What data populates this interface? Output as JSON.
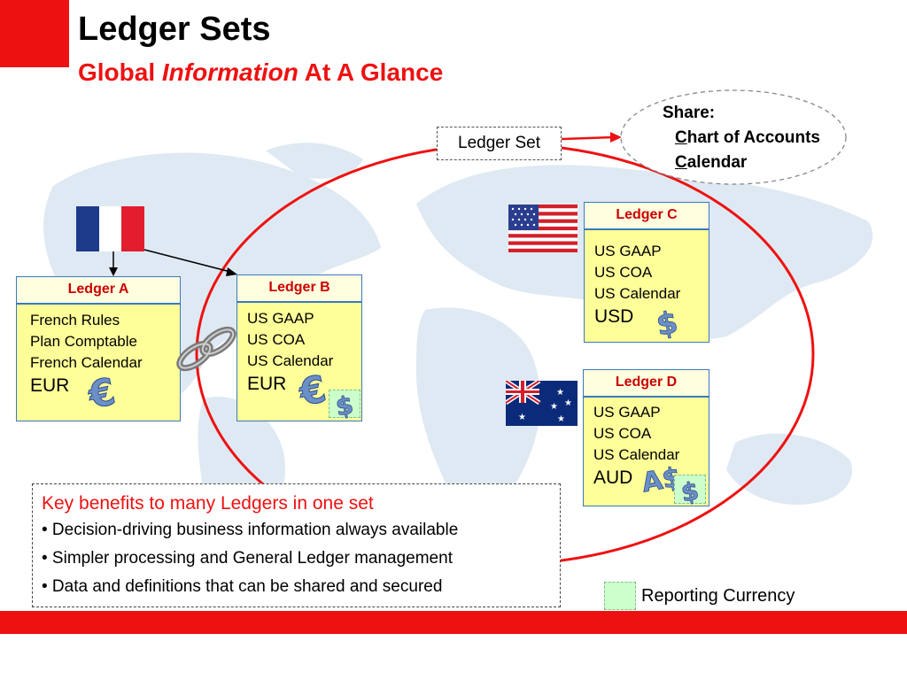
{
  "header": {
    "title": "Ledger Sets",
    "subtitle_part1": "Global ",
    "subtitle_italic": "Information",
    "subtitle_part2": " At A Glance"
  },
  "ledger_set_label": "Ledger Set",
  "share": {
    "heading": "Share:",
    "item1_first": "C",
    "item1_rest": "hart of Accounts",
    "item2_first": "C",
    "item2_rest": "alendar"
  },
  "ledgers": {
    "a": {
      "title": "Ledger A",
      "lines": [
        "French Rules",
        "Plan Comptable",
        "French Calendar"
      ],
      "currency": "EUR",
      "flag": "france-flag"
    },
    "b": {
      "title": "Ledger B",
      "lines": [
        "US GAAP",
        "US COA",
        "US Calendar"
      ],
      "currency": "EUR"
    },
    "c": {
      "title": "Ledger C",
      "lines": [
        "US GAAP",
        "US COA",
        "US Calendar"
      ],
      "currency": "USD",
      "flag": "usa-flag"
    },
    "d": {
      "title": "Ledger D",
      "lines": [
        "US GAAP",
        "US COA",
        "US Calendar"
      ],
      "currency": "AUD",
      "flag": "australia-flag"
    }
  },
  "benefits": {
    "title": "Key benefits to many Ledgers in one set",
    "items": [
      "• Decision-driving business information always available",
      "• Simpler processing and General Ledger management",
      "• Data and definitions that can be shared and secured"
    ]
  },
  "legend": {
    "reporting_currency": "Reporting Currency"
  },
  "colors": {
    "accent_red": "#ee1111",
    "ledger_fill": "#ffff99",
    "ledger_border": "#3a78c0",
    "reporting_fill": "#ccffcc"
  },
  "icons": [
    "euro-icon",
    "dollar-icon",
    "chain-link-icon",
    "france-flag",
    "usa-flag",
    "australia-flag"
  ]
}
